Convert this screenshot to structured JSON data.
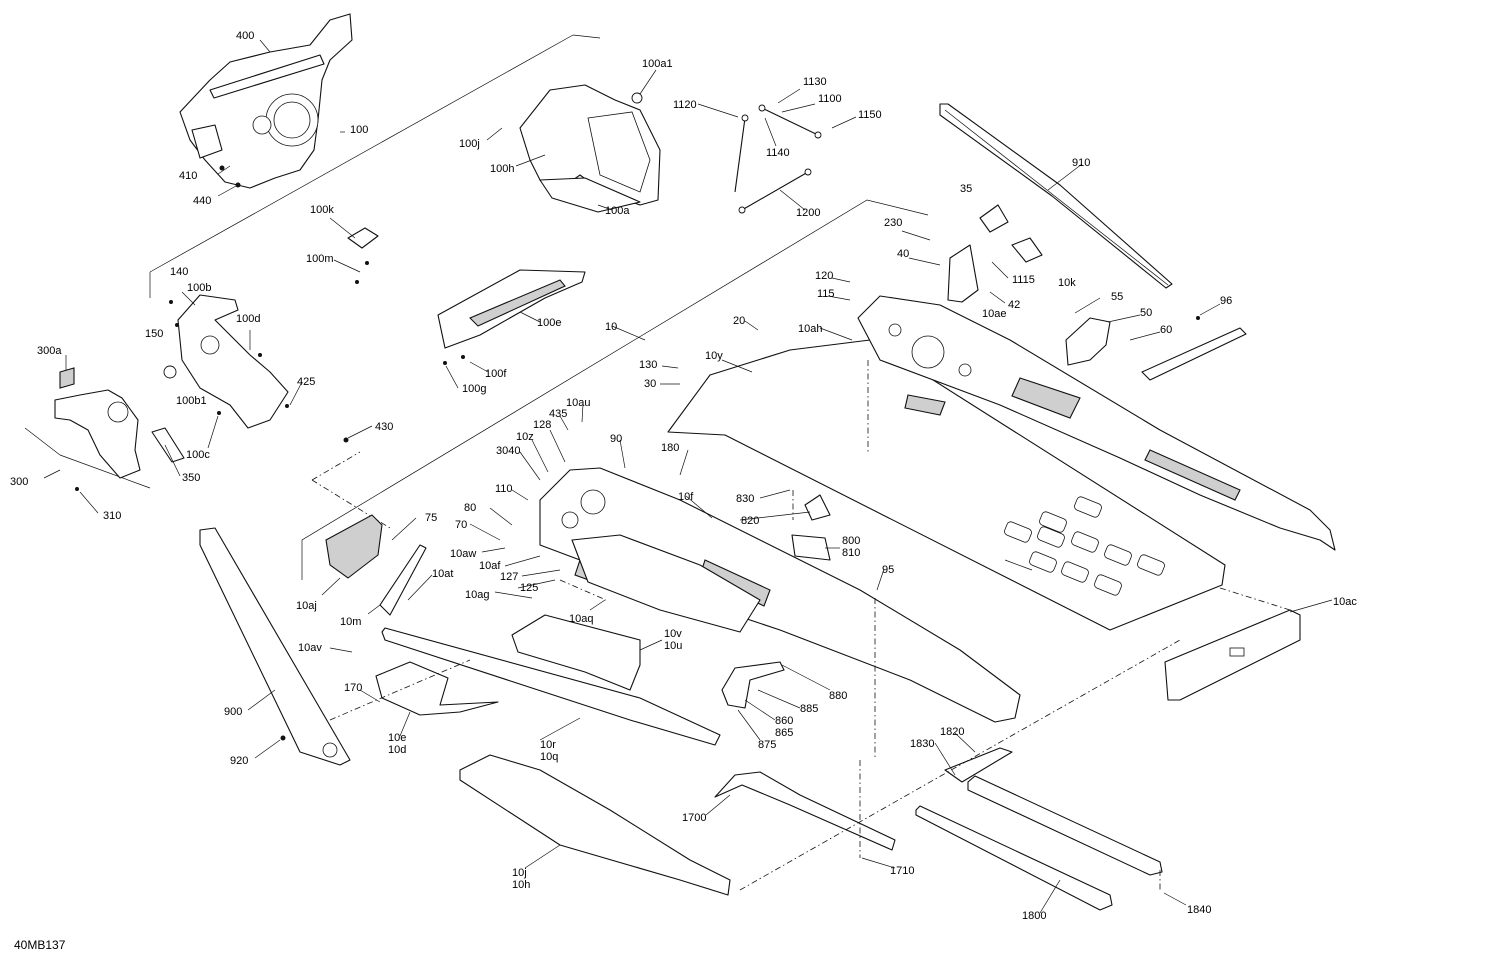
{
  "diagram": {
    "reference_code": "40MB137",
    "callouts": [
      {
        "label": "400"
      },
      {
        "label": "100a1"
      },
      {
        "label": "1130"
      },
      {
        "label": "1120"
      },
      {
        "label": "1100"
      },
      {
        "label": "1150"
      },
      {
        "label": "1140"
      },
      {
        "label": "100"
      },
      {
        "label": "100j"
      },
      {
        "label": "100h"
      },
      {
        "label": "410"
      },
      {
        "label": "440"
      },
      {
        "label": "100a"
      },
      {
        "label": "1200"
      },
      {
        "label": "910"
      },
      {
        "label": "35"
      },
      {
        "label": "230"
      },
      {
        "label": "100k"
      },
      {
        "label": "40"
      },
      {
        "label": "100m"
      },
      {
        "label": "1115"
      },
      {
        "label": "10k"
      },
      {
        "label": "120"
      },
      {
        "label": "140"
      },
      {
        "label": "115"
      },
      {
        "label": "42"
      },
      {
        "label": "55"
      },
      {
        "label": "96"
      },
      {
        "label": "100b"
      },
      {
        "label": "10ae"
      },
      {
        "label": "50"
      },
      {
        "label": "100d"
      },
      {
        "label": "150"
      },
      {
        "label": "20"
      },
      {
        "label": "10"
      },
      {
        "label": "10ah"
      },
      {
        "label": "100e"
      },
      {
        "label": "60"
      },
      {
        "label": "300a"
      },
      {
        "label": "10y"
      },
      {
        "label": "100f"
      },
      {
        "label": "130"
      },
      {
        "label": "425"
      },
      {
        "label": "100g"
      },
      {
        "label": "30"
      },
      {
        "label": "100b1"
      },
      {
        "label": "10au"
      },
      {
        "label": "435"
      },
      {
        "label": "430"
      },
      {
        "label": "128"
      },
      {
        "label": "10z"
      },
      {
        "label": "90"
      },
      {
        "label": "100c"
      },
      {
        "label": "180"
      },
      {
        "label": "3040"
      },
      {
        "label": "300"
      },
      {
        "label": "350"
      },
      {
        "label": "110"
      },
      {
        "label": "10f"
      },
      {
        "label": "830"
      },
      {
        "label": "310"
      },
      {
        "label": "80"
      },
      {
        "label": "75"
      },
      {
        "label": "820"
      },
      {
        "label": "70"
      },
      {
        "label": "10aw"
      },
      {
        "label": "800"
      },
      {
        "label": "810"
      },
      {
        "label": "10af"
      },
      {
        "label": "10at"
      },
      {
        "label": "127"
      },
      {
        "label": "95"
      },
      {
        "label": "125"
      },
      {
        "label": "10ag"
      },
      {
        "label": "10aj"
      },
      {
        "label": "10ac"
      },
      {
        "label": "10m"
      },
      {
        "label": "10aq"
      },
      {
        "label": "10v"
      },
      {
        "label": "10u"
      },
      {
        "label": "10av"
      },
      {
        "label": "880"
      },
      {
        "label": "170"
      },
      {
        "label": "900"
      },
      {
        "label": "885"
      },
      {
        "label": "860"
      },
      {
        "label": "865"
      },
      {
        "label": "10e"
      },
      {
        "label": "10d"
      },
      {
        "label": "875"
      },
      {
        "label": "1820"
      },
      {
        "label": "10r"
      },
      {
        "label": "10q"
      },
      {
        "label": "1830"
      },
      {
        "label": "920"
      },
      {
        "label": "1700"
      },
      {
        "label": "10j"
      },
      {
        "label": "10h"
      },
      {
        "label": "1710"
      },
      {
        "label": "1800"
      },
      {
        "label": "1840"
      }
    ]
  }
}
